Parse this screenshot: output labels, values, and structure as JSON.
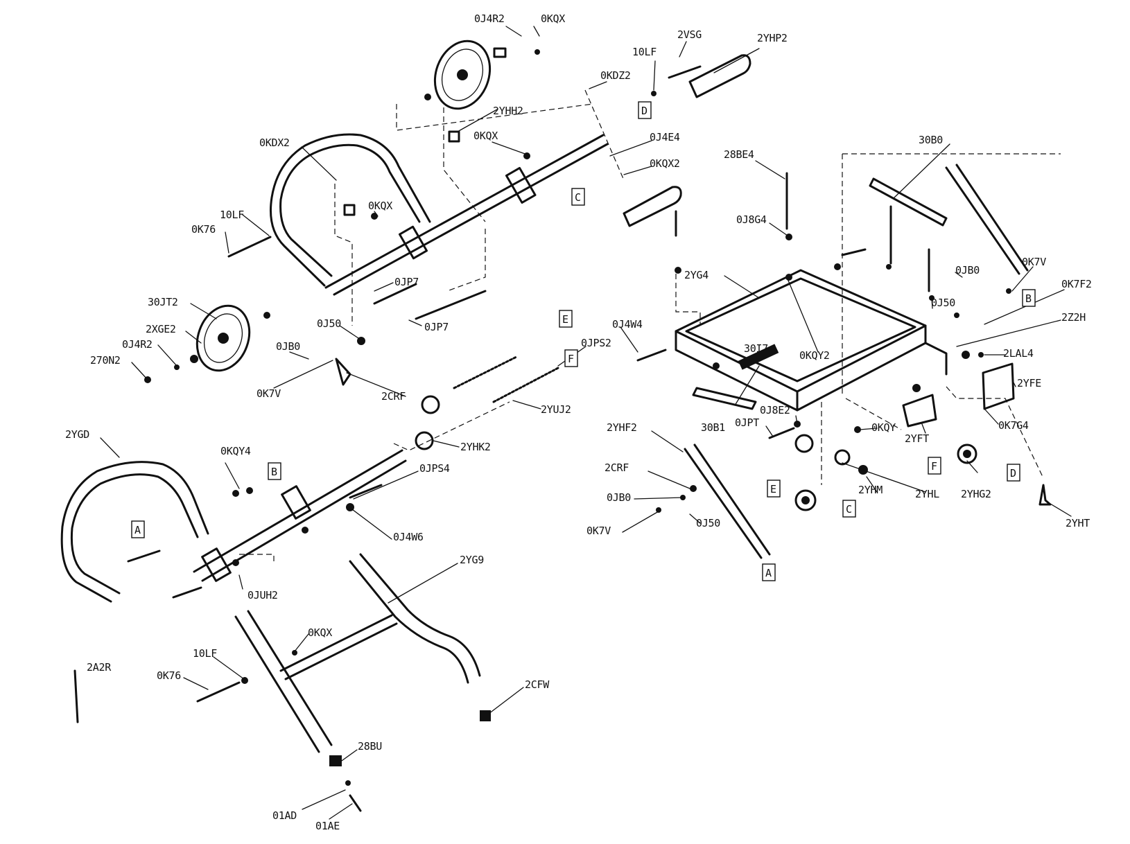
{
  "diagram": {
    "part_labels": [
      "0J4R2",
      "0KQX",
      "2VSG",
      "2YHP2",
      "10LF",
      "0KDZ2",
      "2YHH2",
      "0KQX",
      "0J4E4",
      "0KQX2",
      "0KDX2",
      "0KQX",
      "10LF",
      "0K76",
      "0JP7",
      "30JT2",
      "2XGE2",
      "0J4R2",
      "270N2",
      "0J50",
      "0JB0",
      "0K7V",
      "0JP7",
      "2CRF",
      "0J4W4",
      "0JPS2",
      "2YUJ2",
      "2YHK2",
      "0JPS4",
      "2YGD",
      "0KQY4",
      "0J4W6",
      "0JUH2",
      "2YG9",
      "0KQX",
      "10LF",
      "0K76",
      "2CFW",
      "2A2R",
      "28BU",
      "01AD",
      "01AE",
      "30B0",
      "28BE4",
      "0J8G4",
      "2YG4",
      "0KQY2",
      "30I7",
      "30B1",
      "0J8E2",
      "0JPT",
      "0KQY",
      "2YHF2",
      "2CRF",
      "0JB0",
      "0K7V",
      "0J50",
      "0JB0",
      "0K7V",
      "0J50",
      "0K7F2",
      "2Z2H",
      "2LAL4",
      "2YFE",
      "0K7G4",
      "2YFT",
      "2YHM",
      "2YHL",
      "2YHG2",
      "2YHT"
    ],
    "callout_tags": [
      "D",
      "C",
      "E",
      "F",
      "B",
      "A",
      "B",
      "F",
      "D",
      "E",
      "C",
      "A"
    ]
  }
}
